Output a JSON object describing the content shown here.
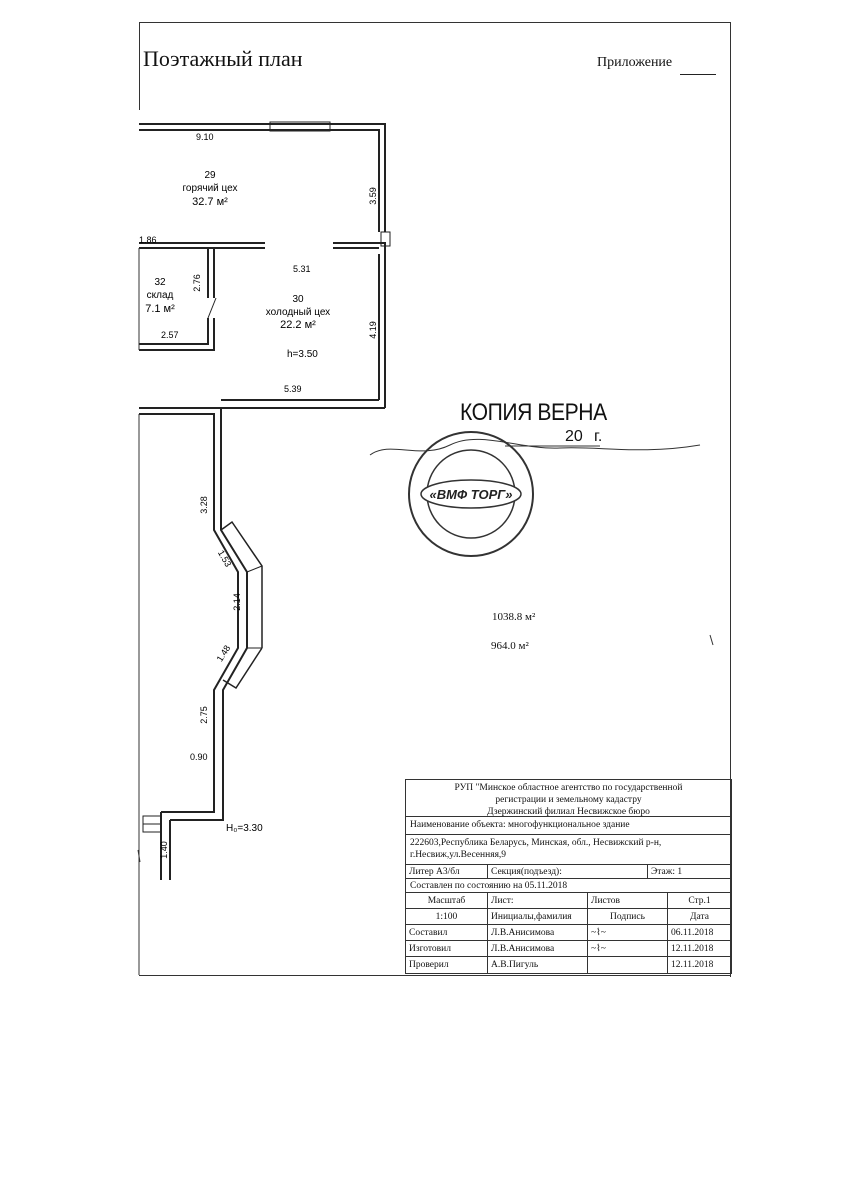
{
  "header": {
    "title": "Поэтажный план",
    "appendix_label": "Приложение"
  },
  "plan": {
    "dimensions": {
      "d_9_10": "9.10",
      "d_3_59": "3.59",
      "d_1_86": "1.86",
      "d_5_31": "5.31",
      "d_2_76": "2.76",
      "d_4_19": "4.19",
      "d_2_57": "2.57",
      "d_5_39": "5.39",
      "d_3_28": "3.28",
      "d_1_53": "1.53",
      "d_2_14": "2.14",
      "d_1_48": "1.48",
      "d_2_75": "2.75",
      "d_0_90": "0.90",
      "d_1_40": "1.40"
    },
    "height_main": "h=3.50",
    "height_entry": "H₀=3.30",
    "rooms": [
      {
        "number": "29",
        "name": "горячий цех",
        "area": "32.7 м²"
      },
      {
        "number": "30",
        "name": "холодный цех",
        "area": "22.2 м²"
      },
      {
        "number": "32",
        "name": "склад",
        "area": "7.1 м²"
      }
    ]
  },
  "stamp": {
    "title": "КОПИЯ ВЕРНА",
    "year": "20",
    "year_suffix": "г.",
    "seal_center": "«ВМФ ТОРГ»"
  },
  "areas": {
    "total": "1038.8 м²",
    "living": "964.0 м²"
  },
  "title_block": {
    "org_line1": "РУП \"Минское областное агентство по государственной",
    "org_line2": "регистрации и земельному кадастру",
    "org_line3": "Дзержинский филиал   Несвижское    бюро",
    "object_name": "Наименование объекта: многофункциональное здание",
    "address_line1": "222603,Республика Беларусь, Минская, обл., Несвижский р-н,",
    "address_line2": "г.Несвиж,ул.Весенняя,9",
    "liter": "Литер  А3/бл",
    "section": "Секция(подъезд):",
    "floor": "Этаж:  1",
    "compiled_state": "Составлен по состоянию на 05.11.2018",
    "scale_label": "Масштаб",
    "sheet_label": "Лист:",
    "sheets_label": "Листов",
    "page_label": "Стр.1",
    "scale_value": "1:100",
    "initials_label": "Инициалы,фамилия",
    "signature_label": "Подпись",
    "date_label": "Дата",
    "signers": [
      {
        "role": "Составил",
        "name": "Л.В.Анисимова",
        "date": "06.11.2018"
      },
      {
        "role": "Изготовил",
        "name": "Л.В.Анисимова",
        "date": "12.11.2018"
      },
      {
        "role": "Проверил",
        "name": "А.В.Пигуль",
        "date": "12.11.2018"
      }
    ]
  }
}
